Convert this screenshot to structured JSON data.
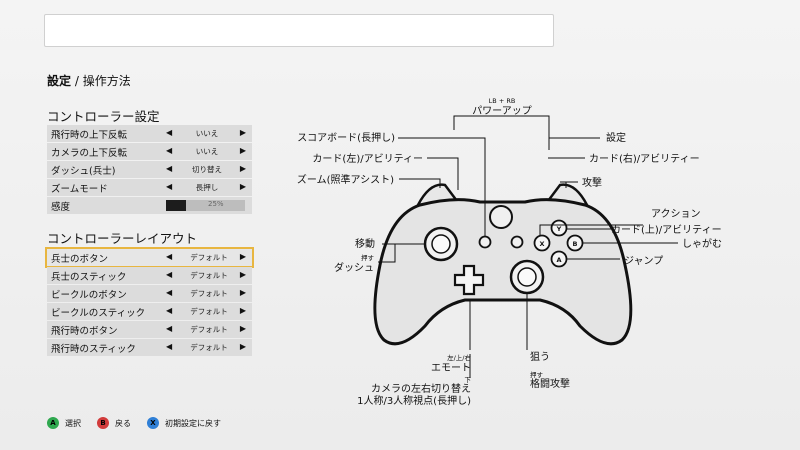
{
  "breadcrumb": {
    "current": "設定",
    "separator": " / ",
    "page": "操作方法"
  },
  "controller_settings": {
    "title": "コントローラー設定",
    "rows": [
      {
        "label": "飛行時の上下反転",
        "value": "いいえ"
      },
      {
        "label": "カメラの上下反転",
        "value": "いいえ"
      },
      {
        "label": "ダッシュ(兵士)",
        "value": "切り替え"
      },
      {
        "label": "ズームモード",
        "value": "長押し"
      }
    ],
    "sensitivity": {
      "label": "感度",
      "value": "25%",
      "fraction": 0.25
    }
  },
  "controller_layout": {
    "title": "コントローラーレイアウト",
    "rows": [
      {
        "label": "兵士のボタン",
        "value": "デフォルト"
      },
      {
        "label": "兵士のスティック",
        "value": "デフォルト"
      },
      {
        "label": "ビークルのボタン",
        "value": "デフォルト"
      },
      {
        "label": "ビークルのスティック",
        "value": "デフォルト"
      },
      {
        "label": "飛行時のボタン",
        "value": "デフォルト"
      },
      {
        "label": "飛行時のスティック",
        "value": "デフォルト"
      }
    ]
  },
  "arrows": {
    "left": "◀",
    "right": "▶"
  },
  "footer": {
    "items": [
      {
        "glyph": "A",
        "label": "選択",
        "color": "#2fa84f"
      },
      {
        "glyph": "B",
        "label": "戻る",
        "color": "#d23b3b"
      },
      {
        "glyph": "X",
        "label": "初期設定に戻す",
        "color": "#2f7fd6"
      }
    ]
  },
  "controller_labels": {
    "lb_rb": "LB + RB",
    "power_up": "パワーアップ",
    "scoreboard": "スコアボード(長押し)",
    "settings": "設定",
    "card_left": "カード(左)/アビリティー",
    "card_right": "カード(右)/アビリティー",
    "zoom": "ズーム(照準アシスト)",
    "attack": "攻撃",
    "action": "アクション",
    "card_up": "カード(上)/アビリティー",
    "crouch": "しゃがむ",
    "jump": "ジャンプ",
    "move": "移動",
    "press_small": "押す",
    "dash": "ダッシュ",
    "emote_small": "左/上/右",
    "emote": "エモート",
    "down_small": "下",
    "camera_switch": "カメラの左右切り替え",
    "person_view": "1人称/3人称視点(長押し)",
    "aim": "狙う",
    "press_small2": "押す",
    "melee": "格闘攻撃"
  },
  "face_buttons": {
    "y": "Y",
    "x": "X",
    "b": "B",
    "a": "A"
  }
}
